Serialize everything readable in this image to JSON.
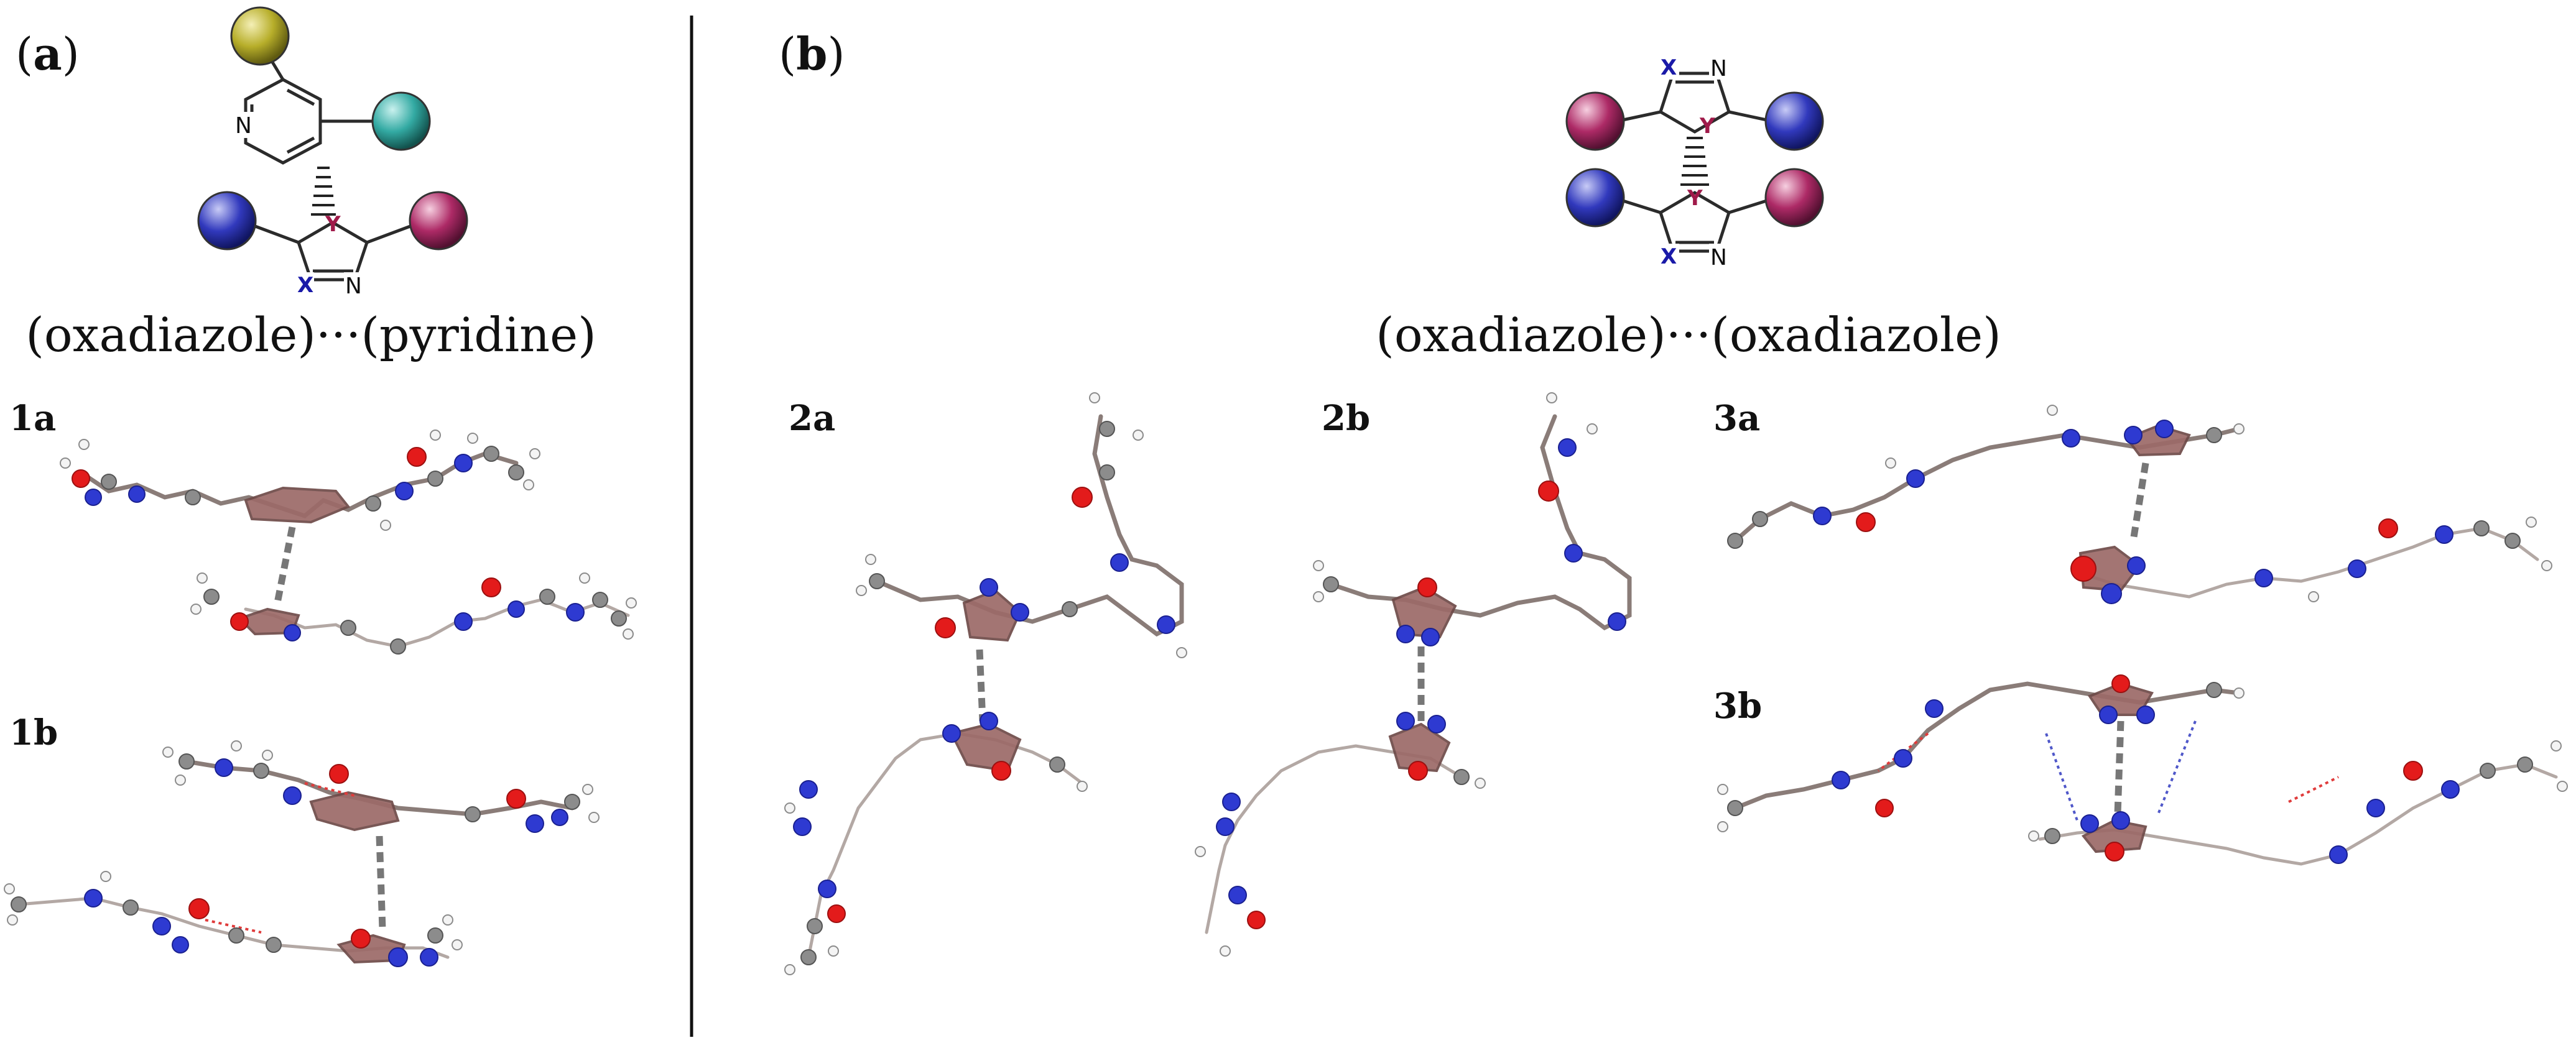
{
  "panels": {
    "a": {
      "open": "(",
      "letter": "a",
      "close": ")"
    },
    "b": {
      "open": "(",
      "letter": "b",
      "close": ")"
    }
  },
  "captions": {
    "a": "(oxadiazole)···(pyridine)",
    "b": "(oxadiazole)···(oxadiazole)"
  },
  "scheme_atoms": {
    "x": "X",
    "y": "Y",
    "n": "N"
  },
  "structure_labels": {
    "s1a": "1a",
    "s1b": "1b",
    "s2a": "2a",
    "s2b": "2b",
    "s3a": "3a",
    "s3b": "3b"
  },
  "colors": {
    "substituent_olive": "#a7a020",
    "substituent_teal": "#2ea59e",
    "substituent_blue": "#2e35b8",
    "substituent_magenta": "#a3245e",
    "ring_highlight": "#9c6a68",
    "carbon": "#8c8c8c",
    "nitrogen": "#2e3ad1",
    "oxygen": "#e31b1b",
    "hydrogen": "#f4f4f4",
    "stacking_contact": "#777777",
    "hbond_red": "#e03b3b",
    "hbond_blue": "#4f57c9",
    "divider": "#111111"
  }
}
